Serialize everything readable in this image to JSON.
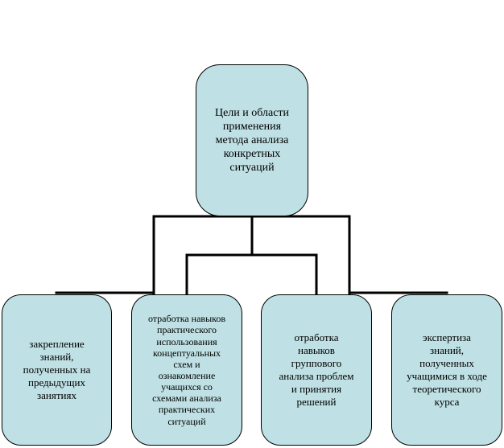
{
  "diagram": {
    "root": {
      "label": "Цели и области\nприменения\nметода анализа\nконкретных\nситуаций"
    },
    "children": [
      {
        "label": "закрепление\nзнаний,\nполученных на\nпредыдущих\nзанятиях"
      },
      {
        "label": "отработка навыков\nпрактического\nиспользования\nконцептуальных\nсхем и\nознакомление\nучащихся со\nсхемами анализа\nпрактических\nситуаций"
      },
      {
        "label": "отработка\nнавыков\nгруппового\nанализа проблем\nи принятия\nрешений"
      },
      {
        "label": "экспертиза\nзнаний,\nполученных\nучащимися в ходе\nтеоретического\nкурса"
      }
    ],
    "colors": {
      "node_fill": "#bfe0e4",
      "node_border": "#000000",
      "connector": "#000000"
    }
  }
}
